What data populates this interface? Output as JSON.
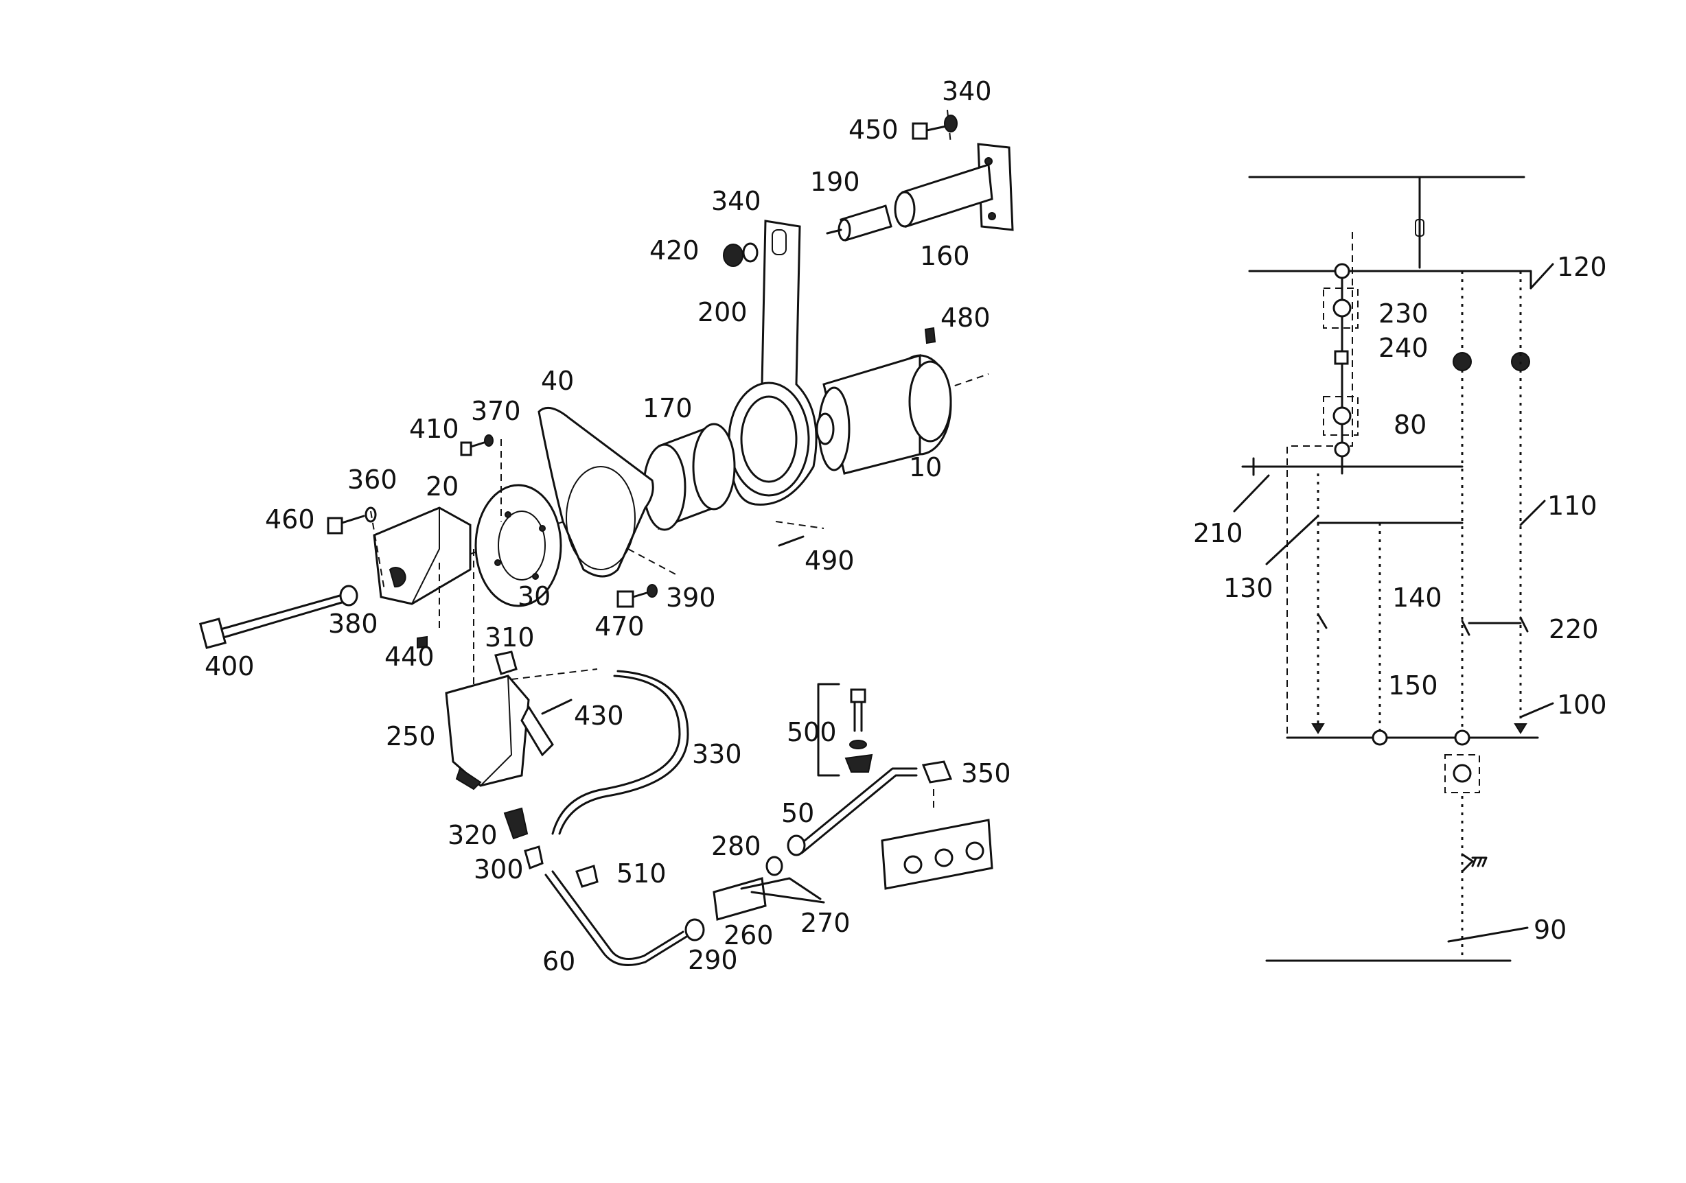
{
  "labels": {
    "340a": "340",
    "450": "450",
    "190": "190",
    "340b": "340",
    "420": "420",
    "160": "160",
    "200": "200",
    "480": "480",
    "40": "40",
    "370": "370",
    "170": "170",
    "410": "410",
    "360": "360",
    "20": "20",
    "10": "10",
    "460": "460",
    "490": "490",
    "30": "30",
    "390": "390",
    "380": "380",
    "470": "470",
    "400": "400",
    "440": "440",
    "310": "310",
    "430": "430",
    "250": "250",
    "330": "330",
    "500": "500",
    "350": "350",
    "50": "50",
    "320": "320",
    "280": "280",
    "300": "300",
    "510": "510",
    "270": "270",
    "260": "260",
    "290": "290",
    "60": "60",
    "120": "120",
    "230": "230",
    "240": "240",
    "80": "80",
    "110": "110",
    "210": "210",
    "130": "130",
    "140": "140",
    "220": "220",
    "150": "150",
    "100": "100",
    "90": "90"
  }
}
